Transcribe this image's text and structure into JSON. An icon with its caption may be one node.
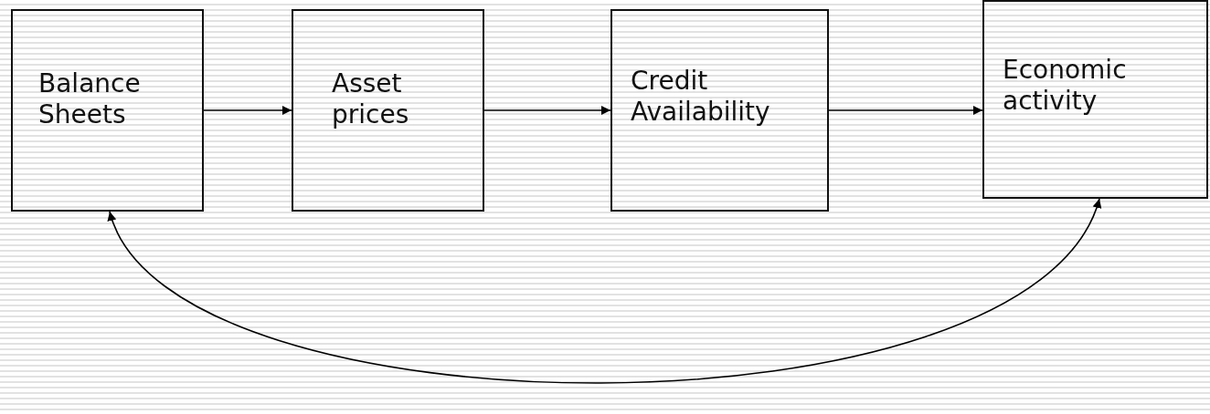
{
  "diagram": {
    "nodes": [
      {
        "text": [
          "Balance Sheets"
        ]
      },
      {
        "text": [
          "Asset prices"
        ]
      },
      {
        "text": [
          "Credit Availability"
        ]
      },
      {
        "text": [
          "Economic activity"
        ]
      }
    ],
    "edges": [
      {
        "from": 0,
        "to": 1,
        "arrow": "to"
      },
      {
        "from": 1,
        "to": 2,
        "arrow": "to"
      },
      {
        "from": 2,
        "to": 3,
        "arrow": "to"
      },
      {
        "from": 0,
        "to": 3,
        "arrow": "both"
      }
    ]
  }
}
